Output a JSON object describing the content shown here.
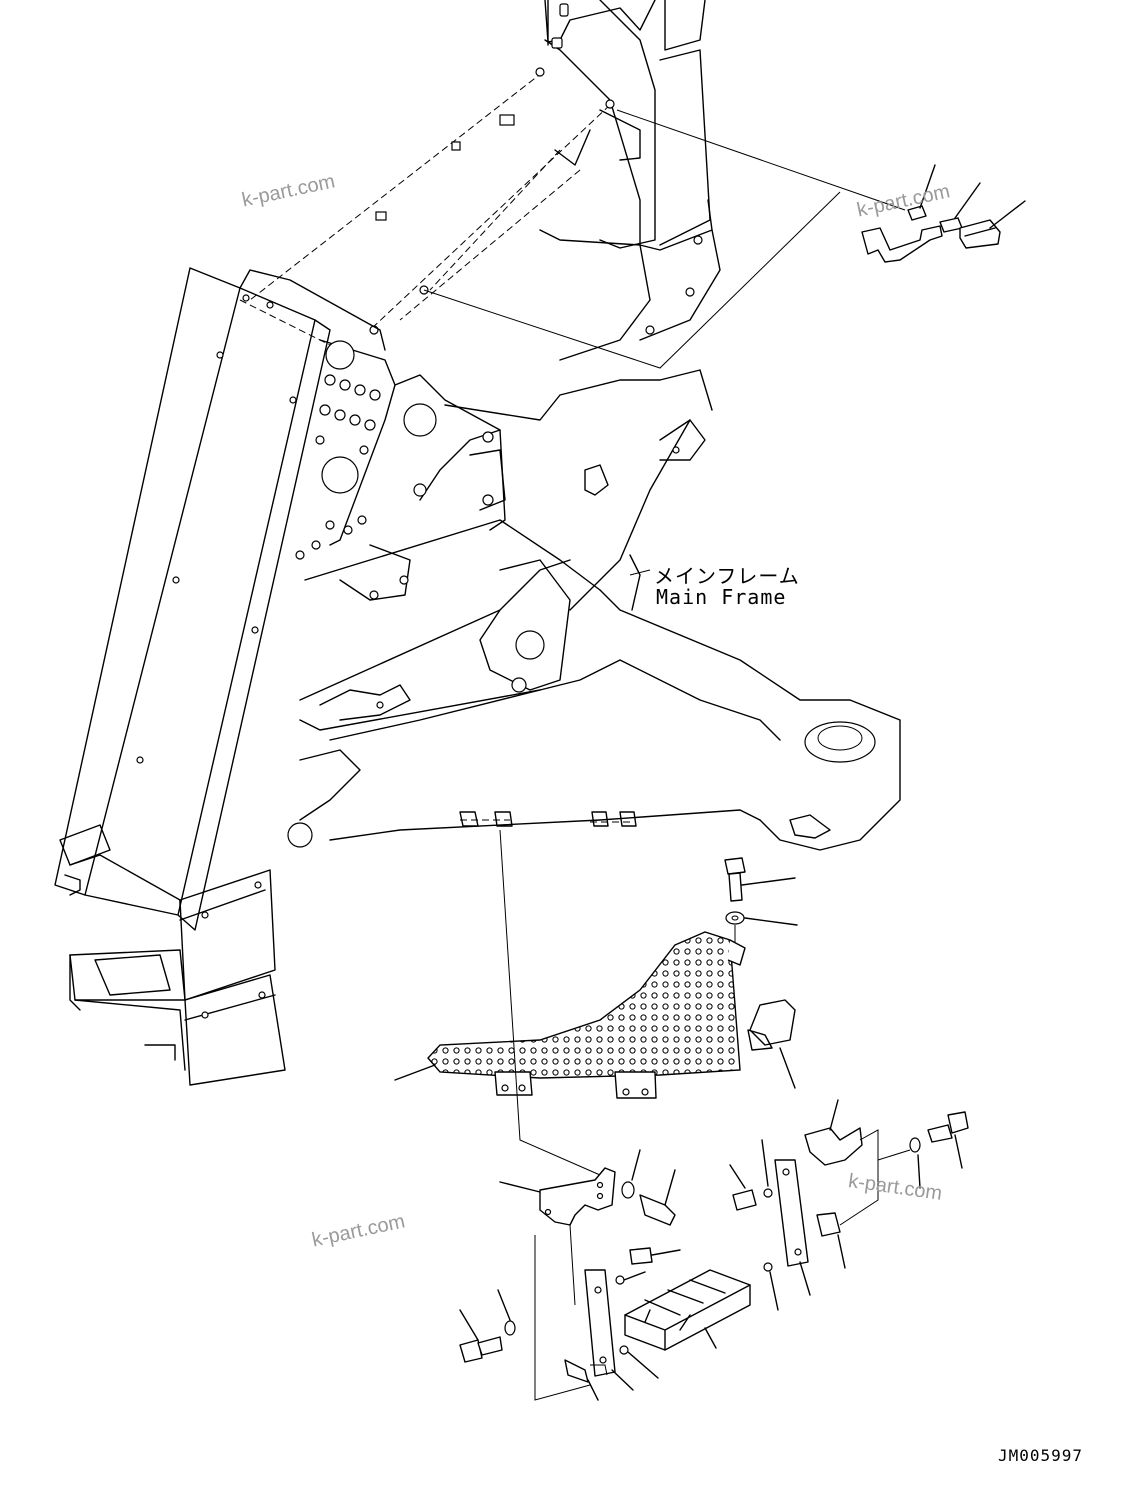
{
  "labels": {
    "main_frame_jp": "メインフレーム",
    "main_frame_en": "Main Frame",
    "drawing_code": "JM005997"
  },
  "watermarks": [
    "k-part.com",
    "k-part.com",
    "k-part.com",
    "k-part.com"
  ],
  "colors": {
    "line": "#000000",
    "background": "#ffffff",
    "watermark": "#9a9a9a"
  }
}
